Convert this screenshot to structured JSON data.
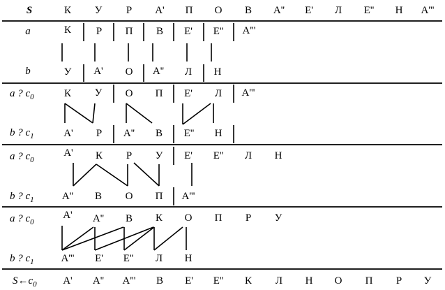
{
  "title": "S",
  "header": [
    "К",
    "У",
    "Р",
    "А'",
    "П",
    "О",
    "В",
    "А''",
    "Е'",
    "Л",
    "Е''",
    "Н",
    "А'''"
  ],
  "step1": {
    "label_a": "a",
    "label_b": "b",
    "row_a": [
      "К",
      "Р",
      "П",
      "В",
      "Е'",
      "Е''",
      "А'''"
    ],
    "row_b": [
      "У",
      "А'",
      "О",
      "А''",
      "Л",
      "Н"
    ]
  },
  "step2": {
    "label_a": "a ?  c",
    "label_a_sub": "0",
    "label_b": "b ?  c",
    "label_b_sub": "1",
    "row_a": [
      "К",
      "У",
      "О",
      "П",
      "Е'",
      "Л",
      "А'''"
    ],
    "row_b": [
      "А'",
      "Р",
      "А''",
      "В",
      "Е''",
      "Н"
    ]
  },
  "step3": {
    "label_a": "a ?  c",
    "label_a_sub": "0",
    "label_b": "b ?  c",
    "label_b_sub": "1",
    "row_a": [
      "А'",
      "К",
      "Р",
      "У",
      "Е'",
      "Е''",
      "Л",
      "Н"
    ],
    "row_b": [
      "А''",
      "В",
      "О",
      "П",
      "А'''"
    ]
  },
  "step4": {
    "label_a": "a ?  c",
    "label_a_sub": "0",
    "label_b": "b ?  c",
    "label_b_sub": "1",
    "row_a": [
      "А'",
      "А''",
      "В",
      "К",
      "О",
      "П",
      "Р",
      "У"
    ],
    "row_b": [
      "А'''",
      "Е'",
      "Е''",
      "Л",
      "Н"
    ]
  },
  "result": {
    "label": "S←c",
    "label_sub": "0",
    "row": [
      "А'",
      "А''",
      "А'''",
      "В",
      "Е'",
      "Е''",
      "К",
      "Л",
      "Н",
      "О",
      "П",
      "Р",
      "У"
    ]
  }
}
